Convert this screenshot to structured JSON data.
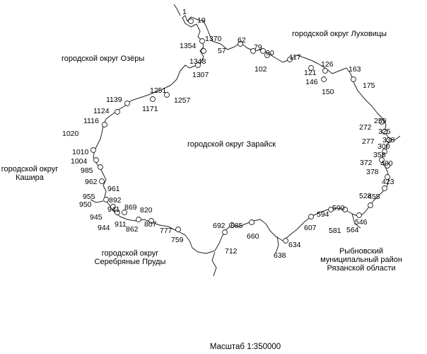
{
  "regions": {
    "ozyory": "городской округ Озёры",
    "lukhovitsy": "городской округ Луховицы",
    "zaraysk": "городской округ Зарайск",
    "kashira_line1": "городской округ",
    "kashira_line2": "Кашира",
    "serebryanye_line1": "городской округ",
    "serebryanye_line2": "Серебряные Пруды",
    "rybnoe_line1": "Рыбновский",
    "rybnoe_line2": "муниципальный район",
    "rybnoe_line3": "Рязанской области"
  },
  "points": [
    "1",
    "19",
    "1370",
    "1354",
    "62",
    "57",
    "79",
    "90",
    "102",
    "1348",
    "1307",
    "117",
    "126",
    "121",
    "146",
    "150",
    "163",
    "175",
    "1251",
    "1257",
    "1171",
    "1139",
    "1124",
    "1116",
    "1020",
    "1010",
    "1004",
    "985",
    "962",
    "961",
    "955",
    "950",
    "892",
    "941",
    "869",
    "945",
    "911",
    "820",
    "944",
    "862",
    "807",
    "777",
    "759",
    "692",
    "685",
    "660",
    "712",
    "634",
    "638",
    "607",
    "594",
    "590",
    "581",
    "564",
    "546",
    "528",
    "455",
    "423",
    "400",
    "378",
    "372",
    "358",
    "338",
    "325",
    "300",
    "277",
    "272",
    "259"
  ],
  "scale": "Масштаб 1:350000"
}
